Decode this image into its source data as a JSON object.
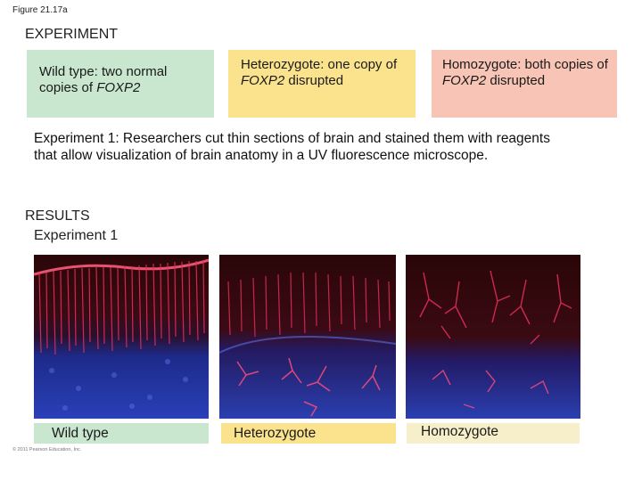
{
  "figure_label": "Figure 21.17a",
  "experiment_heading": "EXPERIMENT",
  "genotype_boxes": {
    "wild_type": {
      "text": "Wild type: two normal copies of ",
      "gene": "FOXP2"
    },
    "heterozygote": {
      "text": "Heterozygote: one copy of ",
      "gene": "FOXP2",
      "suffix": " disrupted"
    },
    "homozygote": {
      "text": "Homozygote: both copies of ",
      "gene": "FOXP2",
      "suffix": " disrupted"
    }
  },
  "experiment_description": "Experiment 1: Researchers cut thin sections of brain and stained them with reagents that allow visualization of brain anatomy in a UV fluorescence microscope.",
  "results_heading": "RESULTS",
  "results_subheading": "Experiment 1",
  "captions": {
    "wild_type": "Wild type",
    "heterozygote": "Heterozygote",
    "homozygote": "Homozygote"
  },
  "copyright": "© 2011 Pearson Education, Inc.",
  "colors": {
    "wild_type_bg": "#c9e6cf",
    "heterozygote_bg": "#fbe38e",
    "homozygote_bg": "#f7c4b5",
    "homozygote_caption_bg": "#f7efc9",
    "stain_red": "#e8305a",
    "stain_blue": "#2a3fb0"
  }
}
